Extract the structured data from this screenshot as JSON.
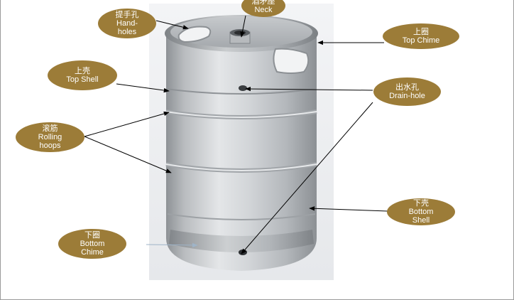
{
  "labels": {
    "hand_holes": {
      "cn": "提手孔",
      "en1": "Hand-",
      "en2": "holes"
    },
    "neck": {
      "cn": "酒矛座",
      "en": "Neck"
    },
    "top_chime": {
      "cn": "上圈",
      "en": "Top Chime"
    },
    "top_shell": {
      "cn": "上壳",
      "en": "Top Shell"
    },
    "drain_hole": {
      "cn": "出水孔",
      "en": "Drain-hole"
    },
    "rolling_hoops": {
      "cn": "滚筋",
      "en1": "Rolling",
      "en2": "hoops"
    },
    "bottom_shell": {
      "cn": "下壳",
      "en1": "Bottom",
      "en2": "Shell"
    },
    "bottom_chime": {
      "cn": "下圈",
      "en1": "Bottom",
      "en2": "Chime"
    }
  },
  "colors": {
    "label_fill": "#9c7c38",
    "label_text": "#ffffff",
    "arrow": "#000000",
    "bottom_chime_arrow": "#9fb4c8"
  },
  "photo": {
    "subject": "stainless-steel-beer-keg"
  }
}
